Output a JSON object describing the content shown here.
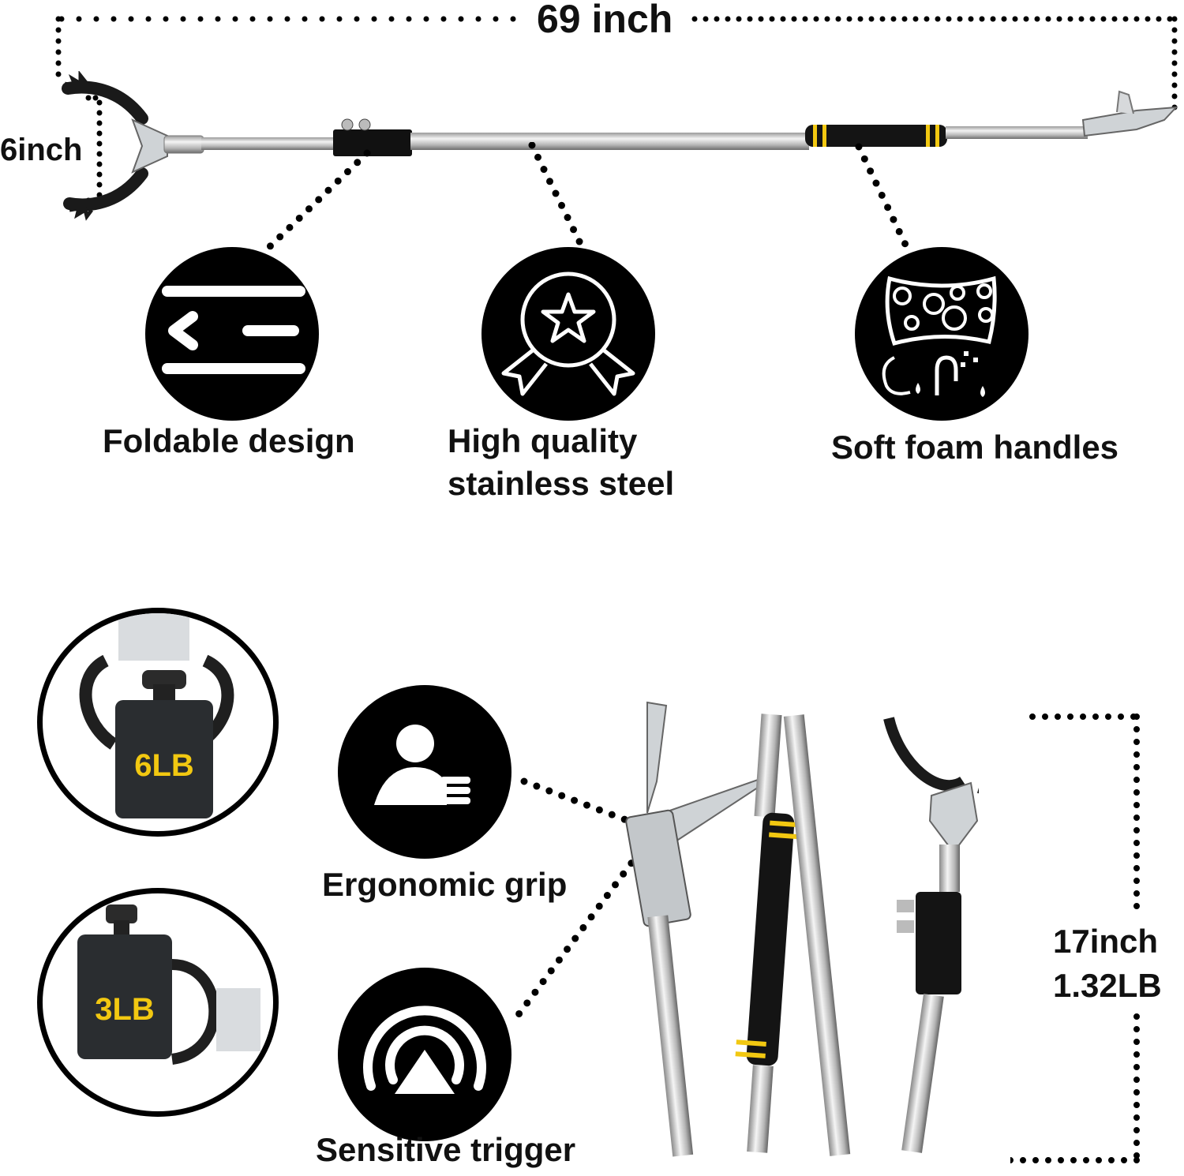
{
  "dimensions": {
    "total_length": "69 inch",
    "jaw_opening": "6inch",
    "folded": {
      "length": "17inch",
      "weight": "1.32LB"
    }
  },
  "features": {
    "foldable": "Foldable design",
    "steel_line1": "High quality",
    "steel_line2": "stainless steel",
    "foam": "Soft foam handles",
    "grip": "Ergonomic grip",
    "trigger": "Sensitive trigger"
  },
  "weights": {
    "heavy": "6LB",
    "light": "3LB"
  },
  "icons": {
    "foldable": "foldable-arrow-icon",
    "steel": "award-medal-icon",
    "foam": "sponge-icon",
    "grip": "hand-grip-icon",
    "trigger": "trigger-press-icon"
  },
  "colors": {
    "accent_yellow": "#f2c811",
    "icon_bg": "#000000",
    "text": "#111111"
  }
}
